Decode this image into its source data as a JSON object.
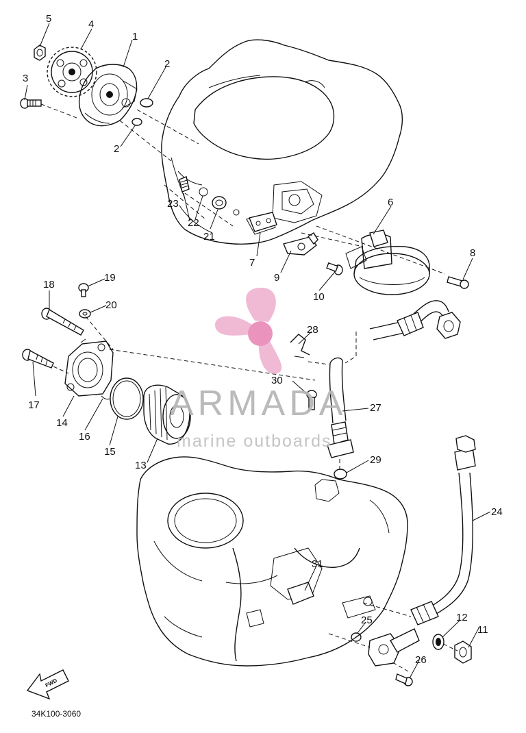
{
  "part_labels": [
    "1",
    "2",
    "2",
    "3",
    "4",
    "5",
    "6",
    "7",
    "8",
    "9",
    "10",
    "11",
    "12",
    "13",
    "14",
    "15",
    "16",
    "17",
    "18",
    "19",
    "20",
    "21",
    "22",
    "23",
    "24",
    "25",
    "26",
    "27",
    "28",
    "29",
    "30",
    "31"
  ],
  "arrow_label": "FWD",
  "diagram_code": "34K100-3060",
  "watermark": {
    "title": "ARMADA",
    "subtitle": "marine outboards",
    "logo_color": "#f0b6d2",
    "logo_center_color": "#e98fba"
  }
}
